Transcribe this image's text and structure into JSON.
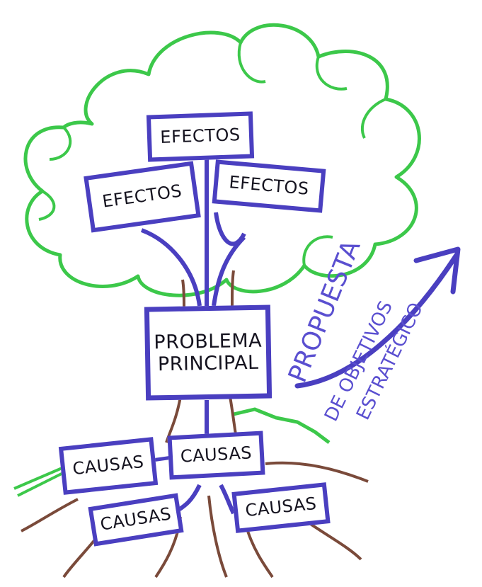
{
  "effects": [
    "EFECTOS",
    "EFECTOS",
    "EFECTOS"
  ],
  "problem": "PROBLEMA\nPRINCIPAL",
  "causes": [
    "CAUSAS",
    "CAUSAS",
    "CAUSAS",
    "CAUSAS"
  ],
  "proposal": {
    "line1": "PROPUESTA",
    "line2": "DE OBJETIVOS",
    "line3": "ESTRATÉGICO"
  },
  "colors": {
    "foliage": "#3cc84a",
    "frame": "#4a3fc0",
    "trunk": "#7a4a3a",
    "text": "#15131f",
    "proposal_text": "#5a4fd0"
  }
}
